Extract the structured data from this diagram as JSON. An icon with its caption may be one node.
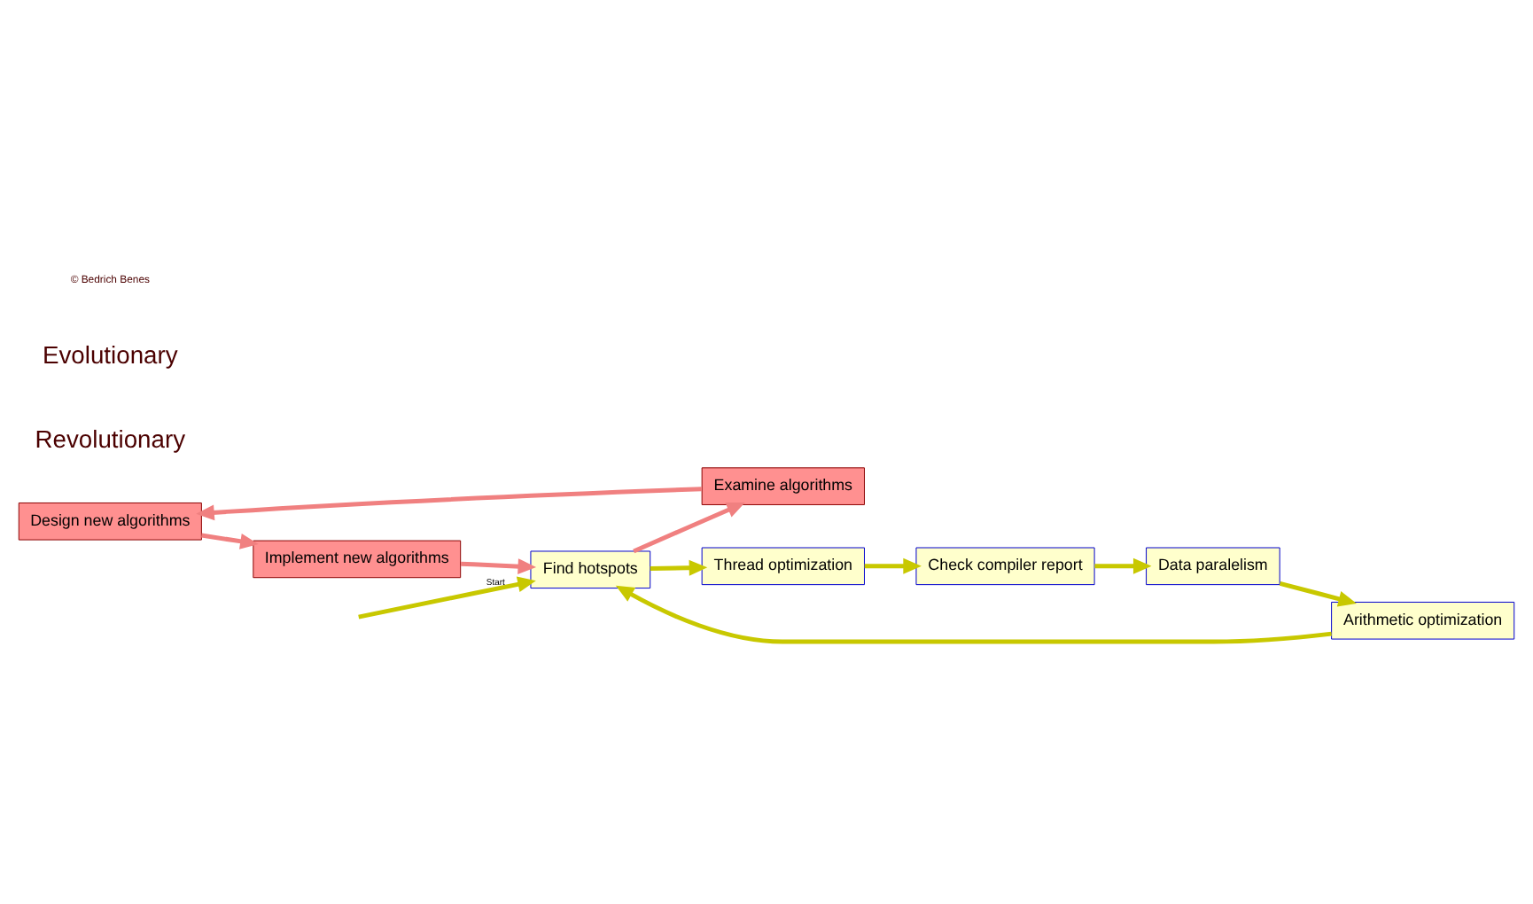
{
  "diagram": {
    "nodes": [
      {
        "text": [
          "Design new algorithms"
        ]
      },
      {
        "text": [
          "Implement new algorithms"
        ]
      },
      {
        "text": [
          "Examine algorithms"
        ]
      },
      {
        "text": [
          "Find hotspots"
        ]
      },
      {
        "text": [
          "Thread optimization"
        ]
      },
      {
        "text": [
          "Check compiler report"
        ]
      },
      {
        "text": [
          "Data paralelism"
        ]
      },
      {
        "text": [
          "Arithmetic optimization"
        ]
      }
    ],
    "edges": [
      {
        "from": 0,
        "to": 1,
        "arrow": "to",
        "color": "#f08080"
      },
      {
        "from": 1,
        "to": 3,
        "arrow": "to",
        "color": "#f08080"
      },
      {
        "from": 3,
        "to": 2,
        "arrow": "to",
        "color": "#f08080"
      },
      {
        "from": 2,
        "to": 0,
        "arrow": "to",
        "color": "#f08080"
      },
      {
        "from": 3,
        "to": 4,
        "arrow": "to"
      },
      {
        "from": 4,
        "to": 5,
        "arrow": "to"
      },
      {
        "from": 5,
        "to": 6,
        "arrow": "to"
      },
      {
        "from": 6,
        "to": 7,
        "arrow": "to"
      },
      {
        "from": 7,
        "to": 3,
        "arrow": "to"
      },
      {
        "from": null,
        "to": 3,
        "arrow": "to",
        "label": "Start"
      }
    ],
    "labels": [
      "Revolutionary",
      "Evolutionary",
      "© Bedrich Benes"
    ]
  }
}
